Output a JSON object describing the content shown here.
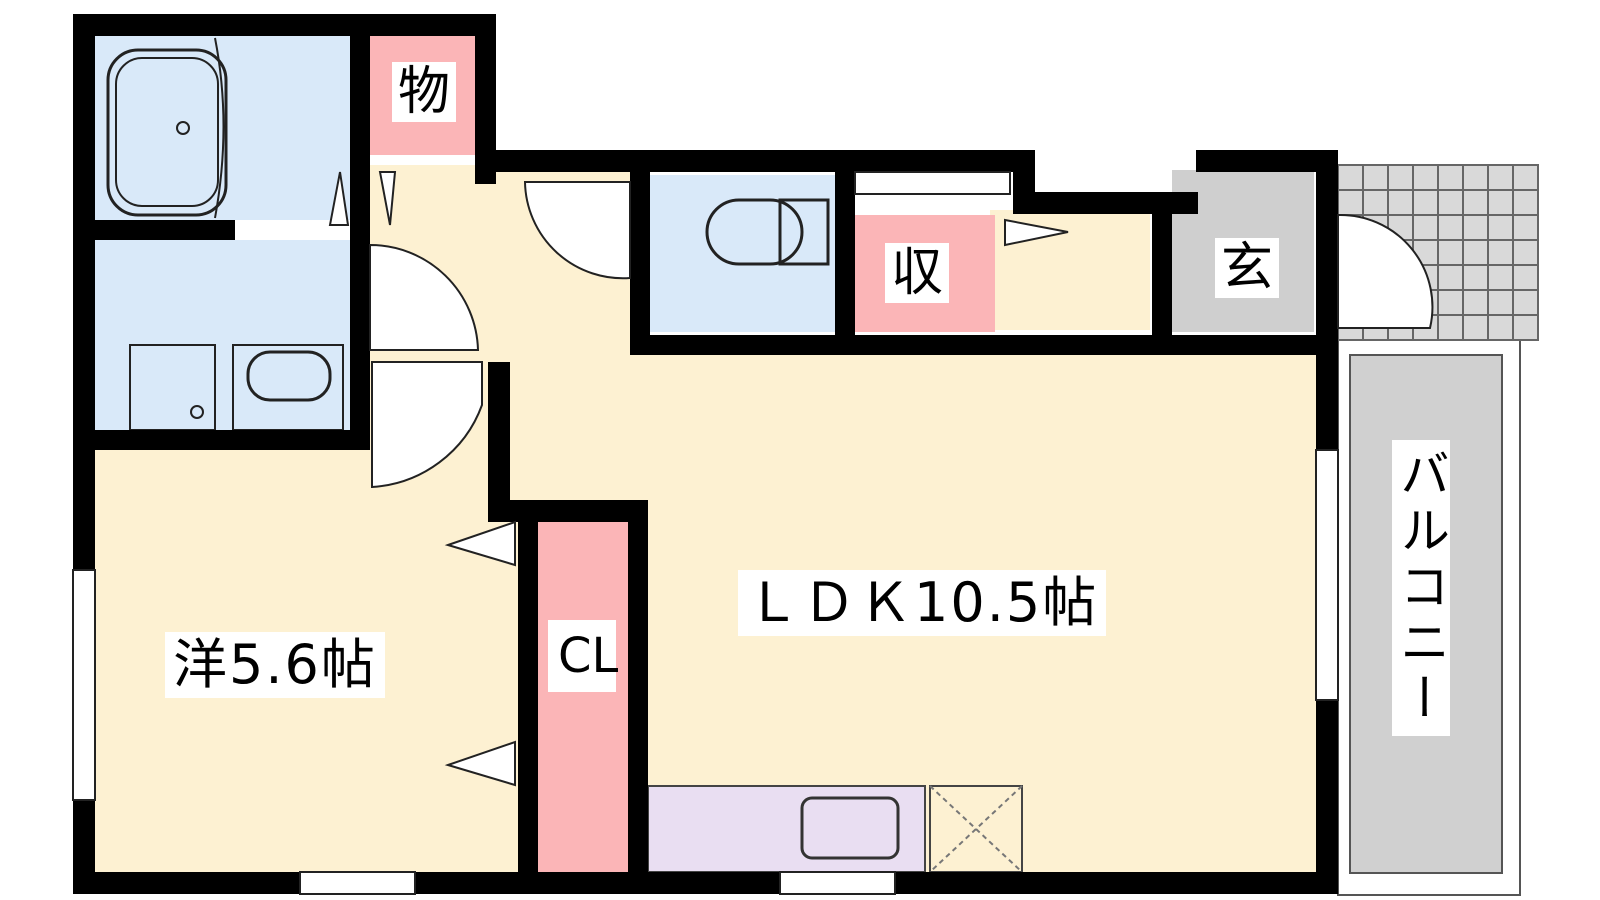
{
  "rooms": {
    "western_room": "洋5.6帖",
    "ldk": "ＬＤＫ10.5帖",
    "storage_top": "物",
    "storage_mid": "収",
    "entrance": "玄",
    "closet": "CL",
    "balcony": "バルコニー"
  },
  "colors": {
    "wall": "#000000",
    "room_beige": "#fdf1d2",
    "wet_blue": "#d9e9f9",
    "storage_pink": "#fbb5b7",
    "entrance_gray": "#cfcfcf",
    "kitchen_purple": "#e9def2",
    "balcony_gray": "#d0d0d0"
  }
}
